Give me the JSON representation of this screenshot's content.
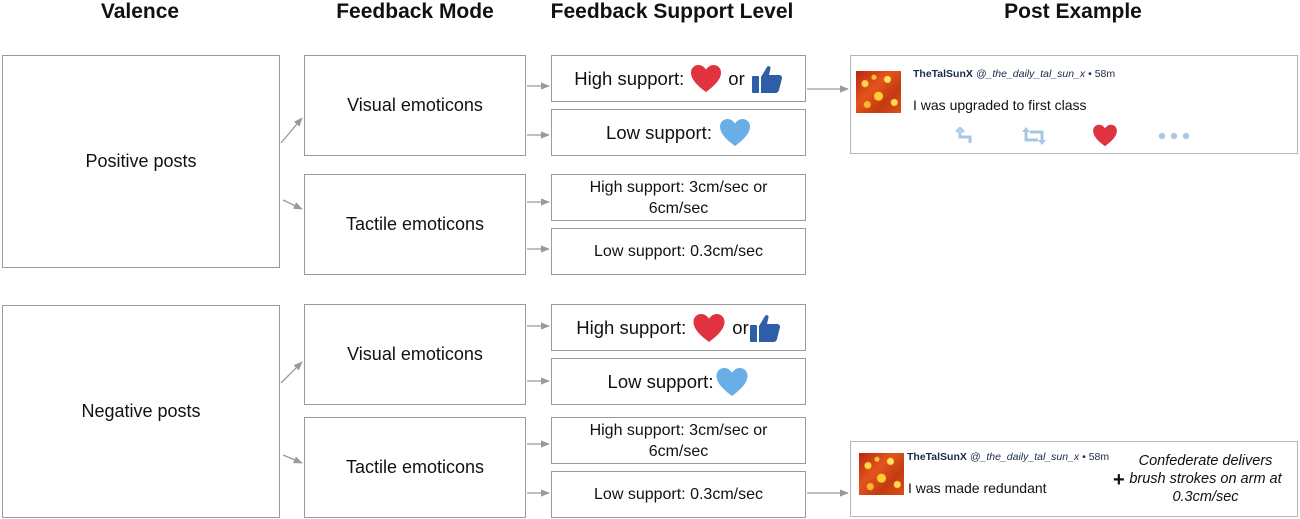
{
  "headers": {
    "valence": "Valence",
    "feedback_mode": "Feedback Mode",
    "support_level": "Feedback Support Level",
    "post_example": "Post Example"
  },
  "valence": {
    "positive": "Positive posts",
    "negative": "Negative posts"
  },
  "modes": {
    "positive_visual": "Visual emoticons",
    "positive_tactile": "Tactile emoticons",
    "negative_visual": "Visual emoticons",
    "negative_tactile": "Tactile emoticons"
  },
  "support": {
    "high_visual_prefix": "High support:",
    "or": "or",
    "low_visual_prefix": "Low support:",
    "high_tactile": "High support: 3cm/sec or 6cm/sec",
    "low_tactile": "Low support: 0.3cm/sec"
  },
  "icons": {
    "heart": "heart-icon",
    "thumbs_up": "thumbs-up-icon",
    "blue_heart": "blue-heart-icon",
    "reply": "reply-icon",
    "retweet": "retweet-icon",
    "more": "more-icon",
    "heart_color": "#e0323f",
    "thumb_color": "#2f5ea8",
    "blue_heart_color": "#6aaee8",
    "action_color": "#a8c7e4"
  },
  "posts": {
    "positive": {
      "display_name": "TheTalSunX",
      "handle": "@_the_daily_tal_sun_x",
      "dot": "•",
      "time": "58m",
      "text": "I was upgraded to first class"
    },
    "negative": {
      "display_name": "TheTalSunX",
      "handle": "@_the_daily_tal_sun_x",
      "dot": "•",
      "time": "58m",
      "text": "I was made redundant",
      "plus": "+",
      "note": "Confederate delivers brush strokes on arm at 0.3cm/sec"
    }
  }
}
